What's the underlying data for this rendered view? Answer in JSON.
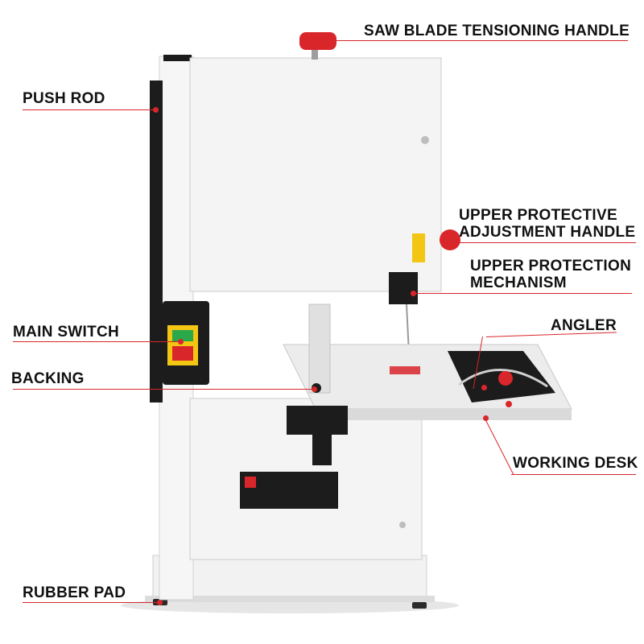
{
  "labels": {
    "saw_blade_tensioning_handle": "SAW BLADE TENSIONING HANDLE",
    "push_rod": "PUSH ROD",
    "upper_protective_adjustment_handle_line1": "UPPER PROTECTIVE",
    "upper_protective_adjustment_handle_line2": "ADJUSTMENT HANDLE",
    "upper_protection_mechanism_line1": "UPPER PROTECTION",
    "upper_protection_mechanism_line2": "MECHANISM",
    "main_switch": "MAIN SWITCH",
    "angler": "ANGLER",
    "backing": "BACKING",
    "working_desk": "WORKING DESK",
    "rubber_pad": "RUBBER PAD"
  },
  "colors": {
    "callout": "#d9262b",
    "machine_body": "#f4f4f4",
    "red_knob": "#d9262b",
    "black_part": "#1c1c1c"
  }
}
